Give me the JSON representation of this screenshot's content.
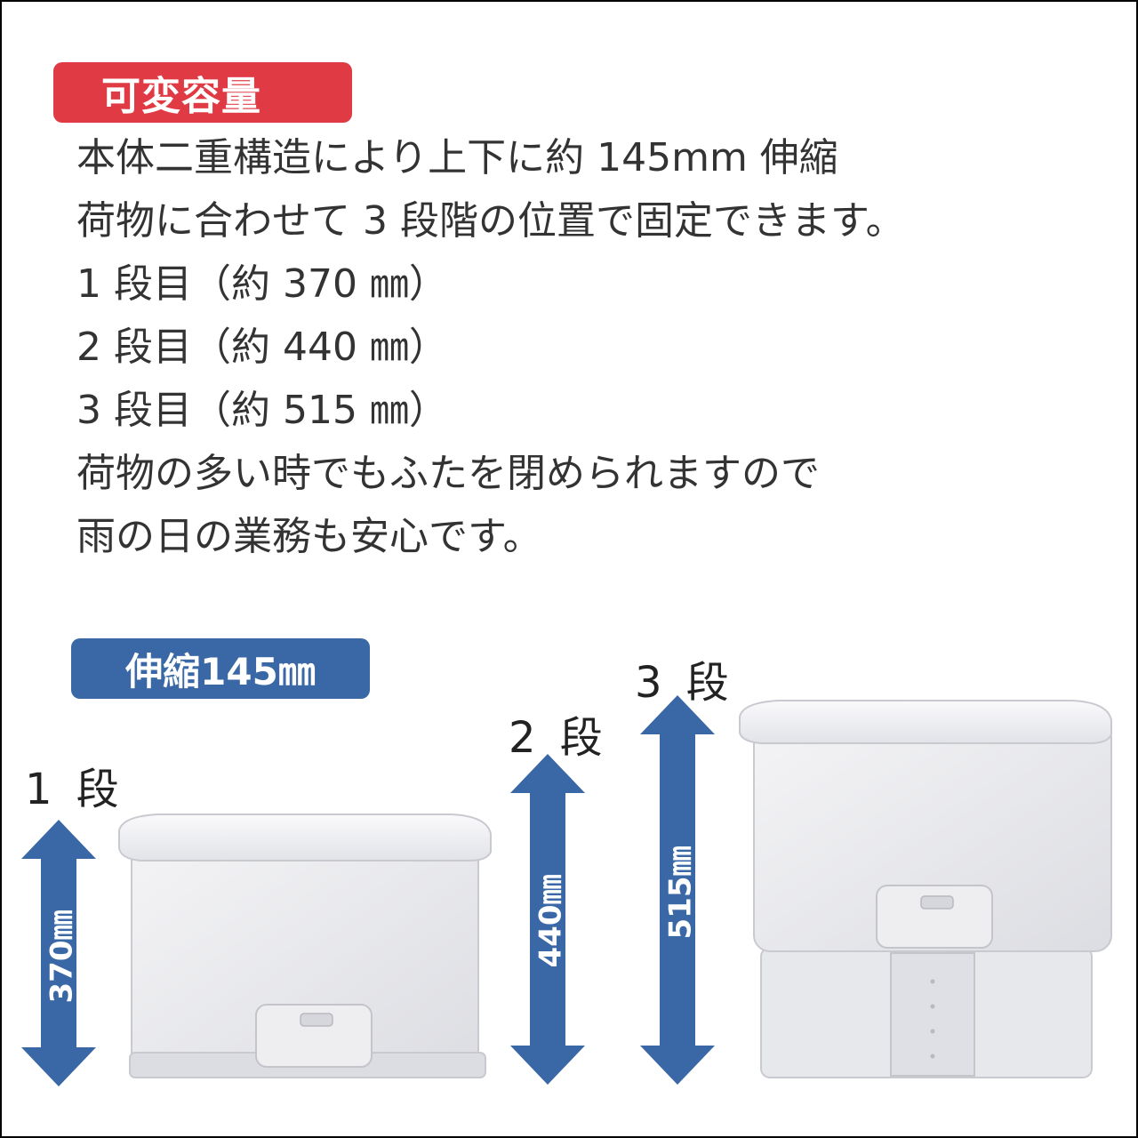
{
  "header_badge": "可変容量",
  "description_lines": [
    "本体二重構造により上下に約 145mm 伸縮",
    "荷物に合わせて 3 段階の位置で固定できます。",
    "1 段目（約 370 ㎜）",
    "2 段目（約 440 ㎜）",
    "3 段目（約 515 ㎜）",
    "荷物の多い時でもふたを閉められますので",
    "雨の日の業務も安心です。"
  ],
  "extension_badge": "伸縮145㎜",
  "levels": [
    {
      "label": "1 段",
      "height_label": "370㎜"
    },
    {
      "label": "2 段",
      "height_label": "440㎜"
    },
    {
      "label": "3 段",
      "height_label": "515㎜"
    }
  ],
  "colors": {
    "badge_red": "#e03a44",
    "badge_blue": "#3a67a5",
    "arrow": "#3a67a5",
    "text": "#333333"
  }
}
